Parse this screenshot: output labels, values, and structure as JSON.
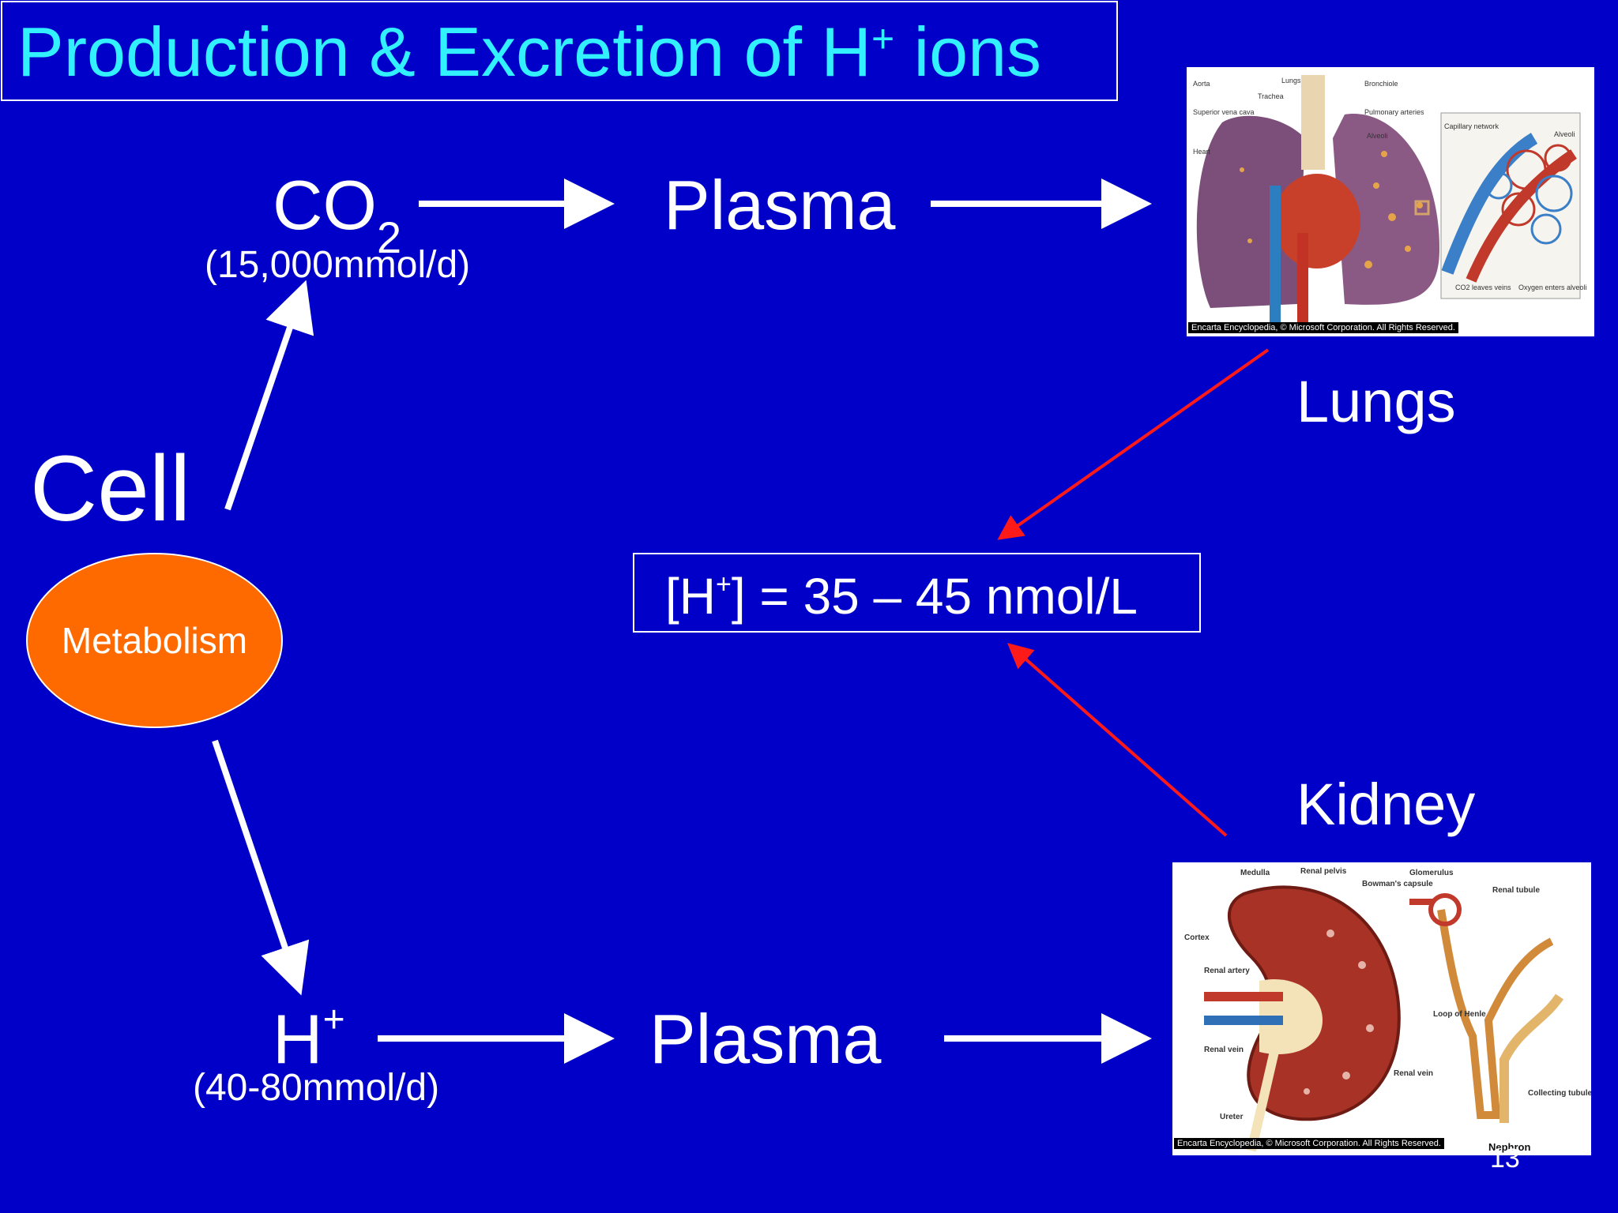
{
  "title": {
    "main": "Production & Excretion of H",
    "sup": "+",
    "tail": " ions"
  },
  "cell": {
    "label": "Cell",
    "metabolism": "Metabolism"
  },
  "co2": {
    "base": "CO",
    "sub": "2",
    "rate": "(15,000mmol/d)"
  },
  "hplus": {
    "base": "H",
    "sup": "+",
    "rate": "(40-80mmol/d)"
  },
  "plasma_top": "Plasma",
  "plasma_bottom": "Plasma",
  "lungs": {
    "label": "Lungs",
    "image_labels": [
      "Aorta",
      "Lungs",
      "Bronchiole",
      "Trachea",
      "Superior vena cava",
      "Pulmonary arteries",
      "Alveoli",
      "Heart",
      "Capillary network",
      "Alveoli",
      "CO2 leaves veins",
      "Oxygen enters alveoli"
    ],
    "credit": "Encarta Encyclopedia, © Microsoft Corporation. All Rights Reserved."
  },
  "kidney": {
    "label": "Kidney",
    "image_labels": [
      "Medulla",
      "Renal pelvis",
      "Glomerulus",
      "Bowman's capsule",
      "Renal tubule",
      "Cortex",
      "Renal artery",
      "Loop of Henle",
      "Renal vein",
      "Renal vein",
      "Collecting tubule",
      "Ureter",
      "Nephron"
    ],
    "credit": "Encarta Encyclopedia, © Microsoft Corporation. All Rights Reserved."
  },
  "h_range": {
    "pre": "[H",
    "sup": "+",
    "post": "] = 35 – 45 nmol/L"
  },
  "page_number": "13",
  "colors": {
    "background": "#0000c8",
    "title": "#33f0ff",
    "arrow_white": "#ffffff",
    "arrow_red": "#ff1a1a",
    "metabolism": "#ff6a00"
  }
}
